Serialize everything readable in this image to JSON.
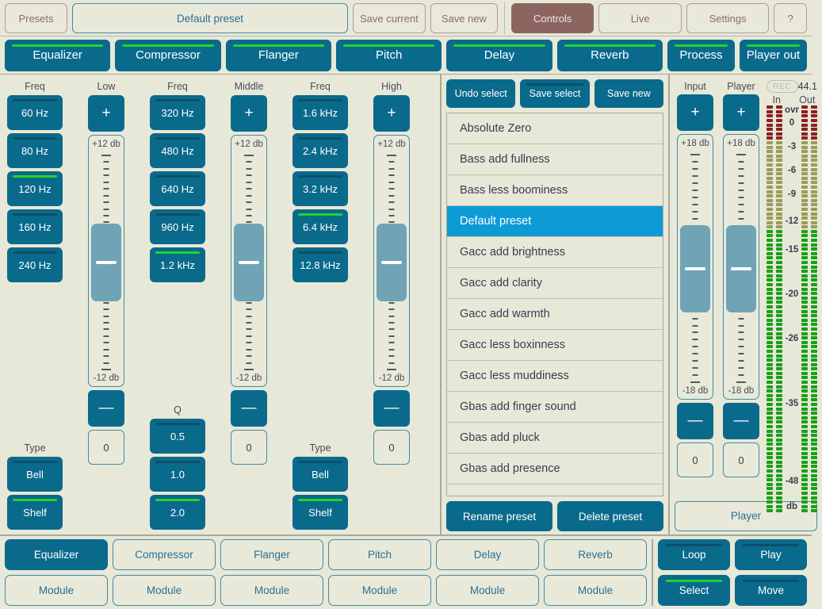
{
  "topbar": {
    "presets_label": "Presets",
    "preset_name": "Default preset",
    "save_current_label": "Save current",
    "save_new_label": "Save new",
    "controls_label": "Controls",
    "live_label": "Live",
    "settings_label": "Settings",
    "help_label": "?",
    "accent_active": "#8c6560",
    "accent_teal": "#0a6a8c"
  },
  "chain": [
    {
      "label": "Equalizer",
      "active": true
    },
    {
      "label": "Compressor",
      "active": true
    },
    {
      "label": "Flanger",
      "active": true
    },
    {
      "label": "Pitch",
      "active": true
    },
    {
      "label": "Delay",
      "active": true
    },
    {
      "label": "Reverb",
      "active": true
    },
    {
      "label": "Process",
      "active": true
    },
    {
      "label": "Player out",
      "active": true
    }
  ],
  "equalizer": {
    "bands": [
      {
        "freq_header": "Freq",
        "band_header": "Low",
        "freqs": [
          "60 Hz",
          "80 Hz",
          "120 Hz",
          "160 Hz",
          "240 Hz"
        ],
        "selected_freq": "120 Hz",
        "plus_label": "+",
        "minus_label": "—",
        "gain_top": "+12 db",
        "gain_bottom": "-12 db",
        "gain_value": "0",
        "type_header": "Type",
        "types": [
          "Bell",
          "Shelf"
        ],
        "selected_type": "Shelf"
      },
      {
        "freq_header": "Freq",
        "band_header": "Middle",
        "freqs": [
          "320 Hz",
          "480 Hz",
          "640 Hz",
          "960 Hz",
          "1.2 kHz"
        ],
        "selected_freq": "1.2 kHz",
        "plus_label": "+",
        "minus_label": "—",
        "gain_top": "+12 db",
        "gain_bottom": "-12 db",
        "gain_value": "0",
        "q_header": "Q",
        "q_values": [
          "0.5",
          "1.0",
          "2.0"
        ],
        "selected_q": "2.0"
      },
      {
        "freq_header": "Freq",
        "band_header": "High",
        "freqs": [
          "1.6 kHz",
          "2.4 kHz",
          "3.2 kHz",
          "6.4 kHz",
          "12.8 kHz"
        ],
        "selected_freq": "6.4 kHz",
        "plus_label": "+",
        "minus_label": "—",
        "gain_top": "+12 db",
        "gain_bottom": "-12 db",
        "gain_value": "0",
        "type_header": "Type",
        "types": [
          "Bell",
          "Shelf"
        ],
        "selected_type": "Shelf"
      }
    ]
  },
  "presets": {
    "undo_select_label": "Undo select",
    "save_select_label": "Save select",
    "save_new_label": "Save new",
    "rename_label": "Rename preset",
    "delete_label": "Delete preset",
    "items": [
      "Absolute Zero",
      "Bass add fullness",
      "Bass less boominess",
      "Default preset",
      "Gacc add brightness",
      "Gacc add clarity",
      "Gacc add warmth",
      "Gacc less boxinness",
      "Gacc less muddiness",
      "Gbas add finger sound",
      "Gbas add pluck",
      "Gbas add presence"
    ],
    "selected": "Default preset"
  },
  "mixer": {
    "input_label": "Input",
    "player_label": "Player",
    "rec_label": "REC",
    "sample_rate": "44.1",
    "plus_label": "+",
    "minus_label": "—",
    "gain_top": "+18 db",
    "gain_bottom": "-18 db",
    "gain_value": "0",
    "player_button_label": "Player",
    "meters": {
      "in_label": "In",
      "out_label": "Out",
      "db_unit": "db",
      "scale": [
        "ovr",
        "0",
        "-3",
        "-6",
        "-9",
        "-12",
        "-15",
        "-20",
        "-26",
        "-35",
        "-48"
      ],
      "in_level_db": -12,
      "out_level_db": -12,
      "colors": {
        "over": "#8e1f1f",
        "warn": "#8a8a3c",
        "ok": "#18a018"
      }
    }
  },
  "bottom": {
    "modules": [
      {
        "label": "Equalizer",
        "active": true
      },
      {
        "label": "Compressor",
        "active": false
      },
      {
        "label": "Flanger",
        "active": false
      },
      {
        "label": "Pitch",
        "active": false
      },
      {
        "label": "Delay",
        "active": false
      },
      {
        "label": "Reverb",
        "active": false
      }
    ],
    "module_slot_label": "Module",
    "transport": [
      {
        "label": "Loop",
        "on": false
      },
      {
        "label": "Play",
        "on": false
      },
      {
        "label": "Select",
        "on": true
      },
      {
        "label": "Move",
        "on": false
      }
    ]
  }
}
